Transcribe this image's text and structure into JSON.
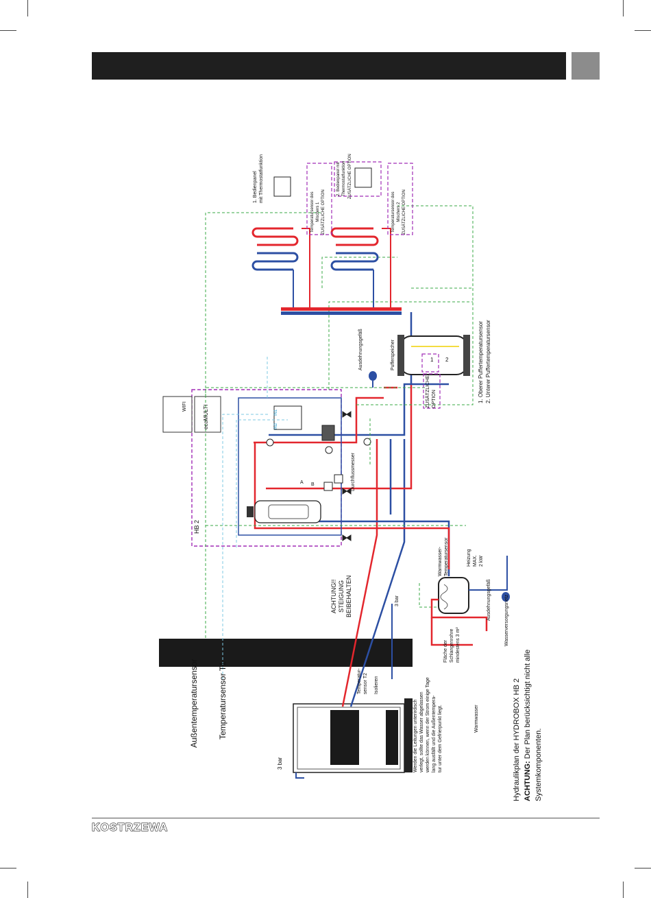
{
  "brand": {
    "logo_text": "KOSTRZEWA"
  },
  "diagram": {
    "labels": {
      "outdoor_sensor": "Außentemperatursensor",
      "sensor_t1": "Temperatursensor T1",
      "sensor_t2": "Temperatur-\nsensor T2",
      "isolate": "Isolieren",
      "three_bar_left": "3 bar",
      "three_bar_mid": "3 bar",
      "achtung_slope": "ACHTUNG!!\nSTEIGUNG\nBEIBEHALTEN",
      "hb2": "HB 2",
      "ecomulti": "ecoMULTI",
      "wifi": "WIFI",
      "flow_meter": "Durchflussmesser",
      "valve_a": "A",
      "valve_b": "B",
      "in2": "IN2",
      "in1": "IN1",
      "expansion_vessel_top": "Ausdehnungsgefäß",
      "buffer_tank": "Pufferspeicher",
      "zus_option_buffer": "ZUSÄTZLICHE\nOPTION",
      "buffer_sensor_list": "1. Oberer Puffertemperatursensor\n2. Unterer Puffertemperatursensor",
      "num_1": "1",
      "num_2": "2",
      "panel_1": "1. Bedienpanel\nmit Thermostatfunktion",
      "panel_2": "2. Bedienpanel mit\nThermostatfunktion",
      "zus_option_panel2": "ZUSÄTZLICHE OPTION",
      "mixer_sensor_1": "Temperatursensor des\nMischers 1\nZUSÄTZLICHE OPTION",
      "mixer_sensor_2": "Temperatursensor des\nMischers 2\nZUSÄTZLICHE OPTION",
      "dhw_sensor": "Warmwasser-\nTemperatursensor",
      "heater": "Heizung\nMAX.\n2 kW",
      "expansion_vessel_dhw": "Ausdehnungsgefäß",
      "coil_area": "Fläche der\nSchlangenrohre\nmindestens 3 m²",
      "water_supply": "Wasserversorgungsnetz",
      "warm_water": "Warmwasser",
      "pipe_note": "Werden die Leitungen unterirdisch\nverlegt, sollte das Wasser abgelassen\nwerden können, wenn der Strom einige Tage\nlang ausfällt und die Außentempera-\ntur unter dem Gefrierpunkt liegt."
    },
    "caption": {
      "title": "Hydraulikplan der HYDROBOX HB 2",
      "note_bold": "ACHTUNG:",
      "note_text": " Der Plan berücksichtigt nicht alle",
      "note_text2": "Systemkomponenten."
    },
    "colors": {
      "supply_pipe": "#e3262d",
      "return_pipe": "#2c4fa3",
      "signal_line": "#39a845",
      "sensor_line": "#7ec8e3",
      "option_frame": "#a12cb6"
    }
  }
}
